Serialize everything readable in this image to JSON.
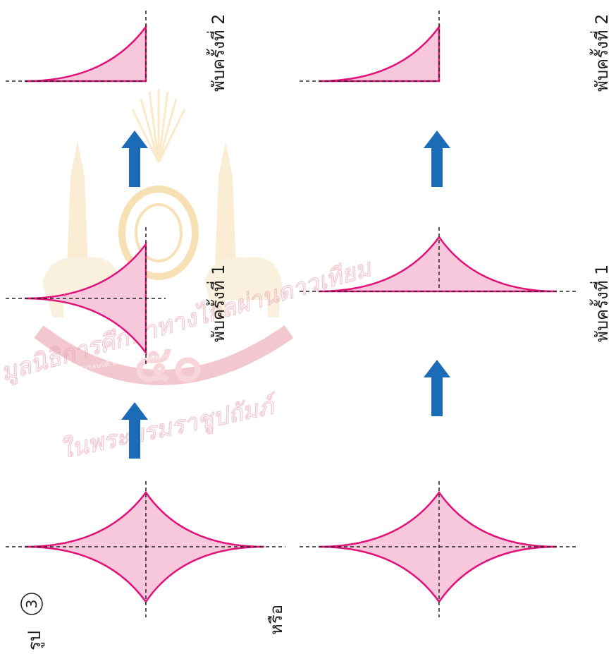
{
  "figure": {
    "label": "รูป",
    "number": "3"
  },
  "or_label": "หรือ",
  "fold_labels": {
    "first": "พับครั้งที่ 1",
    "second": "พับครั้งที่ 2"
  },
  "colors": {
    "shape_fill": "#f7c8dc",
    "shape_stroke": "#e0137a",
    "arrow": "#1c6bb7",
    "watermark": "#e8a7b4",
    "watermark_gold": "#f4c77a",
    "text": "#1e1e1e"
  },
  "watermark": {
    "line1": "มูลนิธิการศึกษาทางไกลผ่านดาวเทียม",
    "line2": "ในพระบรมราชูปถัมภ์",
    "seal_text": "ฉลองศิริราชสมบัติ ครบ ๕๐ ปี พุทธศักราช ๒๕๓๙"
  },
  "icons": {
    "arrow": "arrow-up-icon",
    "circle_number": "circled-number-icon"
  }
}
